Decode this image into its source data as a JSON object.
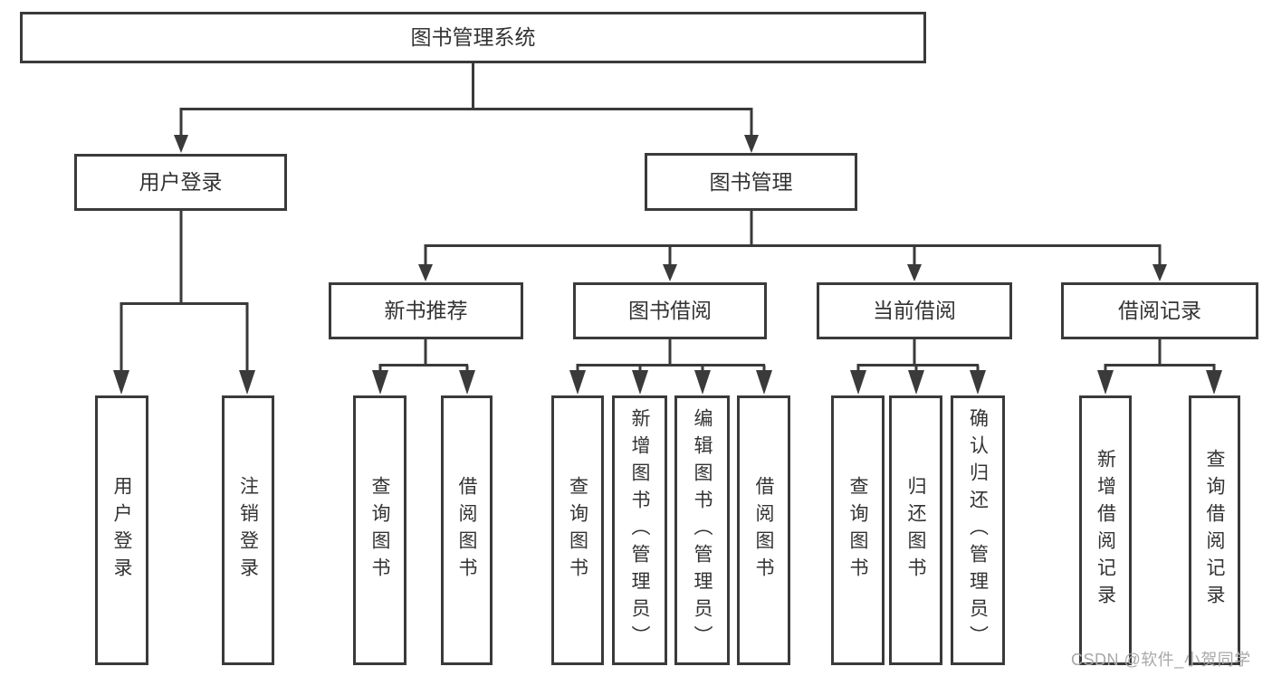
{
  "diagram": {
    "title": "图书管理系统",
    "root": {
      "label": "图书管理系统"
    },
    "level2": [
      {
        "label": "用户登录"
      },
      {
        "label": "图书管理"
      }
    ],
    "level3": [
      {
        "label": "新书推荐",
        "parent": "图书管理"
      },
      {
        "label": "图书借阅",
        "parent": "图书管理"
      },
      {
        "label": "当前借阅",
        "parent": "图书管理"
      },
      {
        "label": "借阅记录",
        "parent": "图书管理"
      }
    ],
    "leaves": [
      {
        "label": "用户登录",
        "parent": "用户登录"
      },
      {
        "label": "注销登录",
        "parent": "用户登录"
      },
      {
        "label": "查询图书",
        "parent": "新书推荐"
      },
      {
        "label": "借阅图书",
        "parent": "新书推荐"
      },
      {
        "label": "查询图书",
        "parent": "图书借阅"
      },
      {
        "label": "新增图书（管理员）",
        "parent": "图书借阅"
      },
      {
        "label": "编辑图书（管理员）",
        "parent": "图书借阅"
      },
      {
        "label": "借阅图书",
        "parent": "图书借阅"
      },
      {
        "label": "查询图书",
        "parent": "当前借阅"
      },
      {
        "label": "归还图书",
        "parent": "当前借阅"
      },
      {
        "label": "确认归还（管理员）",
        "parent": "当前借阅"
      },
      {
        "label": "新增借阅记录",
        "parent": "借阅记录"
      },
      {
        "label": "查询借阅记录",
        "parent": "借阅记录"
      }
    ]
  },
  "watermark": {
    "text": "CSDN @软件_小贺同学"
  },
  "colors": {
    "line": "#3a3a3a",
    "box_border": "#3a3a3a",
    "text": "#333333",
    "watermark": "#a9a9a9",
    "background": "#ffffff"
  }
}
